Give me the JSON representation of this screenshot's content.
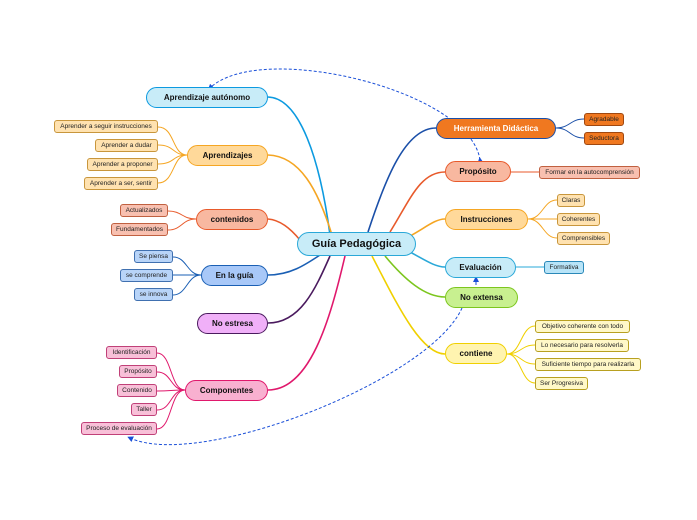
{
  "central": "Guía Pedagógica",
  "colors": {
    "blue": "#0c9ae0",
    "orange": "#f5a623",
    "red": "#e85a2b",
    "navy": "#1a5fb4",
    "purple": "#4a1a5e",
    "pink": "#e0186c",
    "darkblue": "#1a4fa8",
    "lightblue": "#2aa8d8",
    "green": "#7cc61e",
    "yellow": "#f0d000"
  },
  "left": {
    "aprendizaje_autonomo": "Aprendizaje autónomo",
    "aprendizajes": {
      "label": "Aprendizajes",
      "items": [
        "Aprender a seguir instrucciones",
        "Aprender a dudar",
        "Aprender a proponer",
        "Aprender a ser, sentir"
      ]
    },
    "contenidos": {
      "label": "contenidos",
      "items": [
        "Actualizados",
        "Fundamentados"
      ]
    },
    "en_la_guia": {
      "label": "En la guía",
      "items": [
        "Se piensa",
        "se comprende",
        "se innova"
      ]
    },
    "no_estresa": "No estresa",
    "componentes": {
      "label": "Componentes",
      "items": [
        "Identificación",
        "Propósito",
        "Contenido",
        "Taller",
        "Proceso de evaluación"
      ]
    }
  },
  "right": {
    "herramienta": {
      "label": "Herramienta Didáctica",
      "items": [
        "Agradable",
        "Seductora"
      ]
    },
    "proposito": {
      "label": "Propósito",
      "items": [
        "Formar en la autocomprensión"
      ]
    },
    "instrucciones": {
      "label": "Instrucciones",
      "items": [
        "Claras",
        "Coherentes",
        "Comprensibles"
      ]
    },
    "evaluacion": {
      "label": "Evaluación",
      "items": [
        "Formativa"
      ]
    },
    "no_extensa": "No extensa",
    "contiene": {
      "label": "contiene",
      "items": [
        "Objetivo coherente con todo",
        "Lo necesario para resolverla",
        "Suficiente tiempo para realizarla",
        "Ser Progresiva"
      ]
    }
  }
}
